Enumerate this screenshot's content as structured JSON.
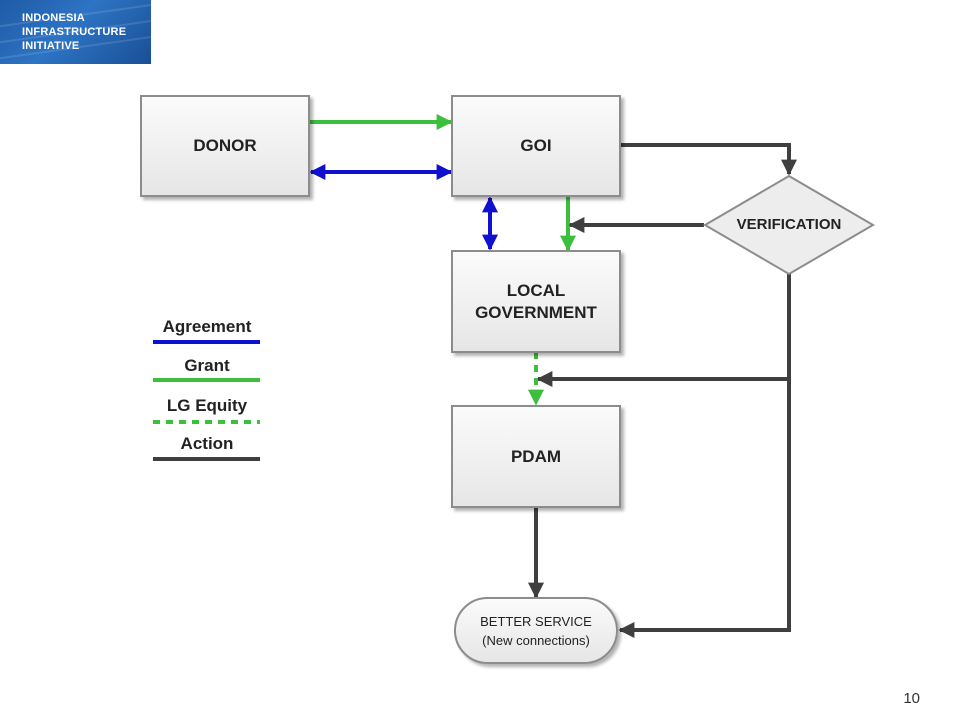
{
  "logo": {
    "lines": [
      "INDONESIA",
      "INFRASTRUCTURE",
      "INITIATIVE"
    ]
  },
  "nodes": {
    "donor": "DONOR",
    "goi": "GOI",
    "verification": "VERIFICATION",
    "local_government": [
      "LOCAL",
      "GOVERNMENT"
    ],
    "pdam": "PDAM",
    "better_service": [
      "BETTER SERVICE",
      "(New connections)"
    ]
  },
  "legend": {
    "items": [
      {
        "label": "Agreement",
        "color": "#1010d0",
        "style": "solid"
      },
      {
        "label": "Grant",
        "color": "#3cbf3c",
        "style": "solid"
      },
      {
        "label": "LG Equity",
        "color": "#3cbf3c",
        "style": "dashed"
      },
      {
        "label": "Action",
        "color": "#3f3f3f",
        "style": "solid"
      }
    ]
  },
  "colors": {
    "agreement": "#1010d0",
    "grant": "#3cbf3c",
    "action": "#3f3f3f"
  },
  "page_number": "10"
}
